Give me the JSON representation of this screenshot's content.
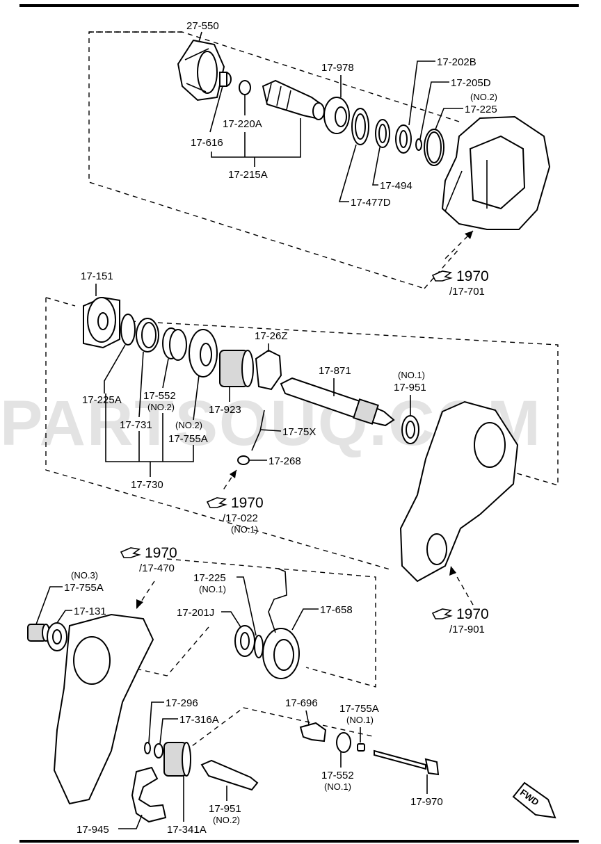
{
  "watermark": "PARTSOUQ.COM",
  "fwd_label": "FWD",
  "refs": {
    "r1": {
      "num": "1970",
      "sub": "/17-701"
    },
    "r2": {
      "num": "1970",
      "sub": "/17-022",
      "note": "(NO.1)"
    },
    "r3": {
      "num": "1970",
      "sub": "/17-470"
    },
    "r4": {
      "num": "1970",
      "sub": "/17-901"
    }
  },
  "labels": {
    "p27_550": "27-550",
    "p17_616": "17-616",
    "p17_220A": "17-220A",
    "p17_215A": "17-215A",
    "p17_978": "17-978",
    "p17_202B": "17-202B",
    "p17_205D": "17-205D",
    "p17_225_no2_note": "(NO.2)",
    "p17_225_top": "17-225",
    "p17_494": "17-494",
    "p17_477D": "17-477D",
    "p17_151": "17-151",
    "p17_26Z": "17-26Z",
    "p17_871": "17-871",
    "p17_951_no1_note": "(NO.1)",
    "p17_951_mid": "17-951",
    "p17_225A": "17-225A",
    "p17_552_mid": "17-552",
    "p17_552_no2_note": "(NO.2)",
    "p17_731": "17-731",
    "p17_755A_no2_note": "(NO.2)",
    "p17_755A_mid": "17-755A",
    "p17_923": "17-923",
    "p17_75X": "17-75X",
    "p17_268": "17-268",
    "p17_730": "17-730",
    "p17_755A_no3_note": "(NO.3)",
    "p17_755A_low": "17-755A",
    "p17_131": "17-131",
    "p17_225_no1": "17-225",
    "p17_225_no1_note": "(NO.1)",
    "p17_201J": "17-201J",
    "p17_658": "17-658",
    "p17_296": "17-296",
    "p17_316A": "17-316A",
    "p17_696": "17-696",
    "p17_755A_r": "17-755A",
    "p17_755A_no1_note": "(NO.1)",
    "p17_552_low": "17-552",
    "p17_552_no1_note": "(NO.1)",
    "p17_970": "17-970",
    "p17_951_low": "17-951",
    "p17_951_no2_note": "(NO.2)",
    "p17_945": "17-945",
    "p17_341A": "17-341A"
  }
}
